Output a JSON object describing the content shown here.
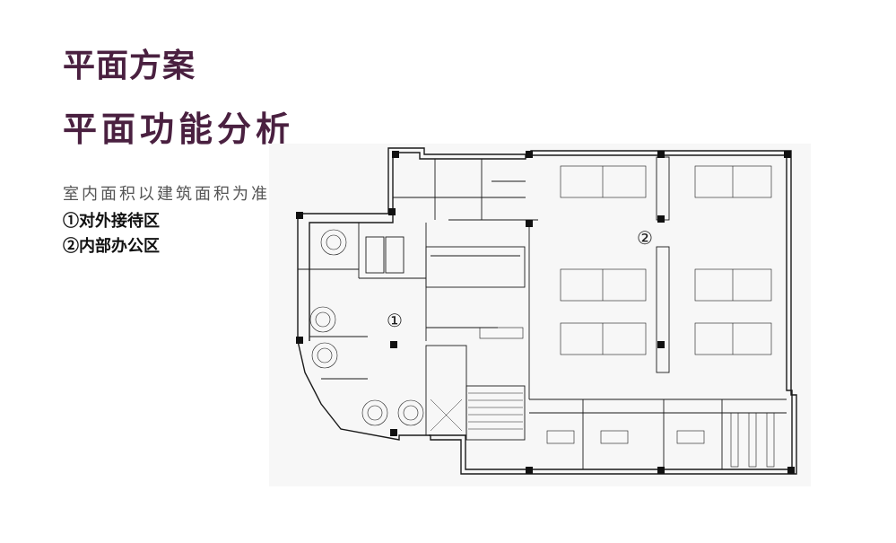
{
  "slide": {
    "title": "平面方案",
    "subtitle": "平面功能分析",
    "note": "室内面积以建筑面积为准",
    "zones": [
      {
        "label": "①对外接待区",
        "marker": "①"
      },
      {
        "label": "②内部办公区",
        "marker": "②"
      }
    ]
  },
  "colors": {
    "title": "#4a2040",
    "line": "#1a1a1a",
    "plan_bg": "#f7f7f7"
  }
}
